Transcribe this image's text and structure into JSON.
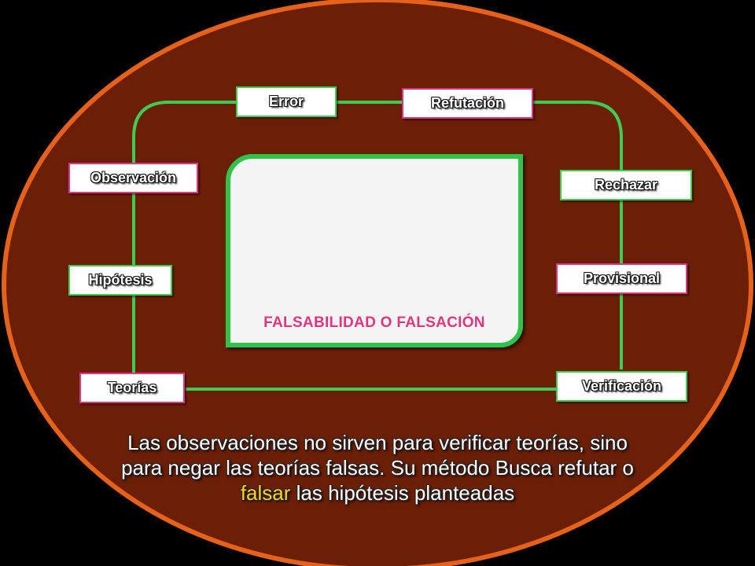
{
  "diagram": {
    "nodes": {
      "error": "Error",
      "refutacion": "Refutación",
      "observacion": "Observación",
      "rechazar": "Rechazar",
      "hipotesis": "Hipótesis",
      "provisional": "Provisional",
      "teorias": "Teorías",
      "verificacion": "Verificación"
    },
    "center_title": "FALSABILIDAD O FALSACIÓN",
    "caption": {
      "before": "Las observaciones no sirven para verificar teorías, sino para negar las teorías falsas. Su método Busca refutar o ",
      "highlight": "falsar",
      "after": " las hipótesis planteadas"
    }
  },
  "colors": {
    "ellipse_fill": "#6b1f06",
    "ellipse_border": "#e6621a",
    "connector": "#3fcc52",
    "green_box_border": "#3fcc52",
    "pink_box_border": "#e0367f",
    "center_panel_border": "#2fc34a",
    "title_text": "#e0367f",
    "highlight_text": "#ffd21f"
  }
}
